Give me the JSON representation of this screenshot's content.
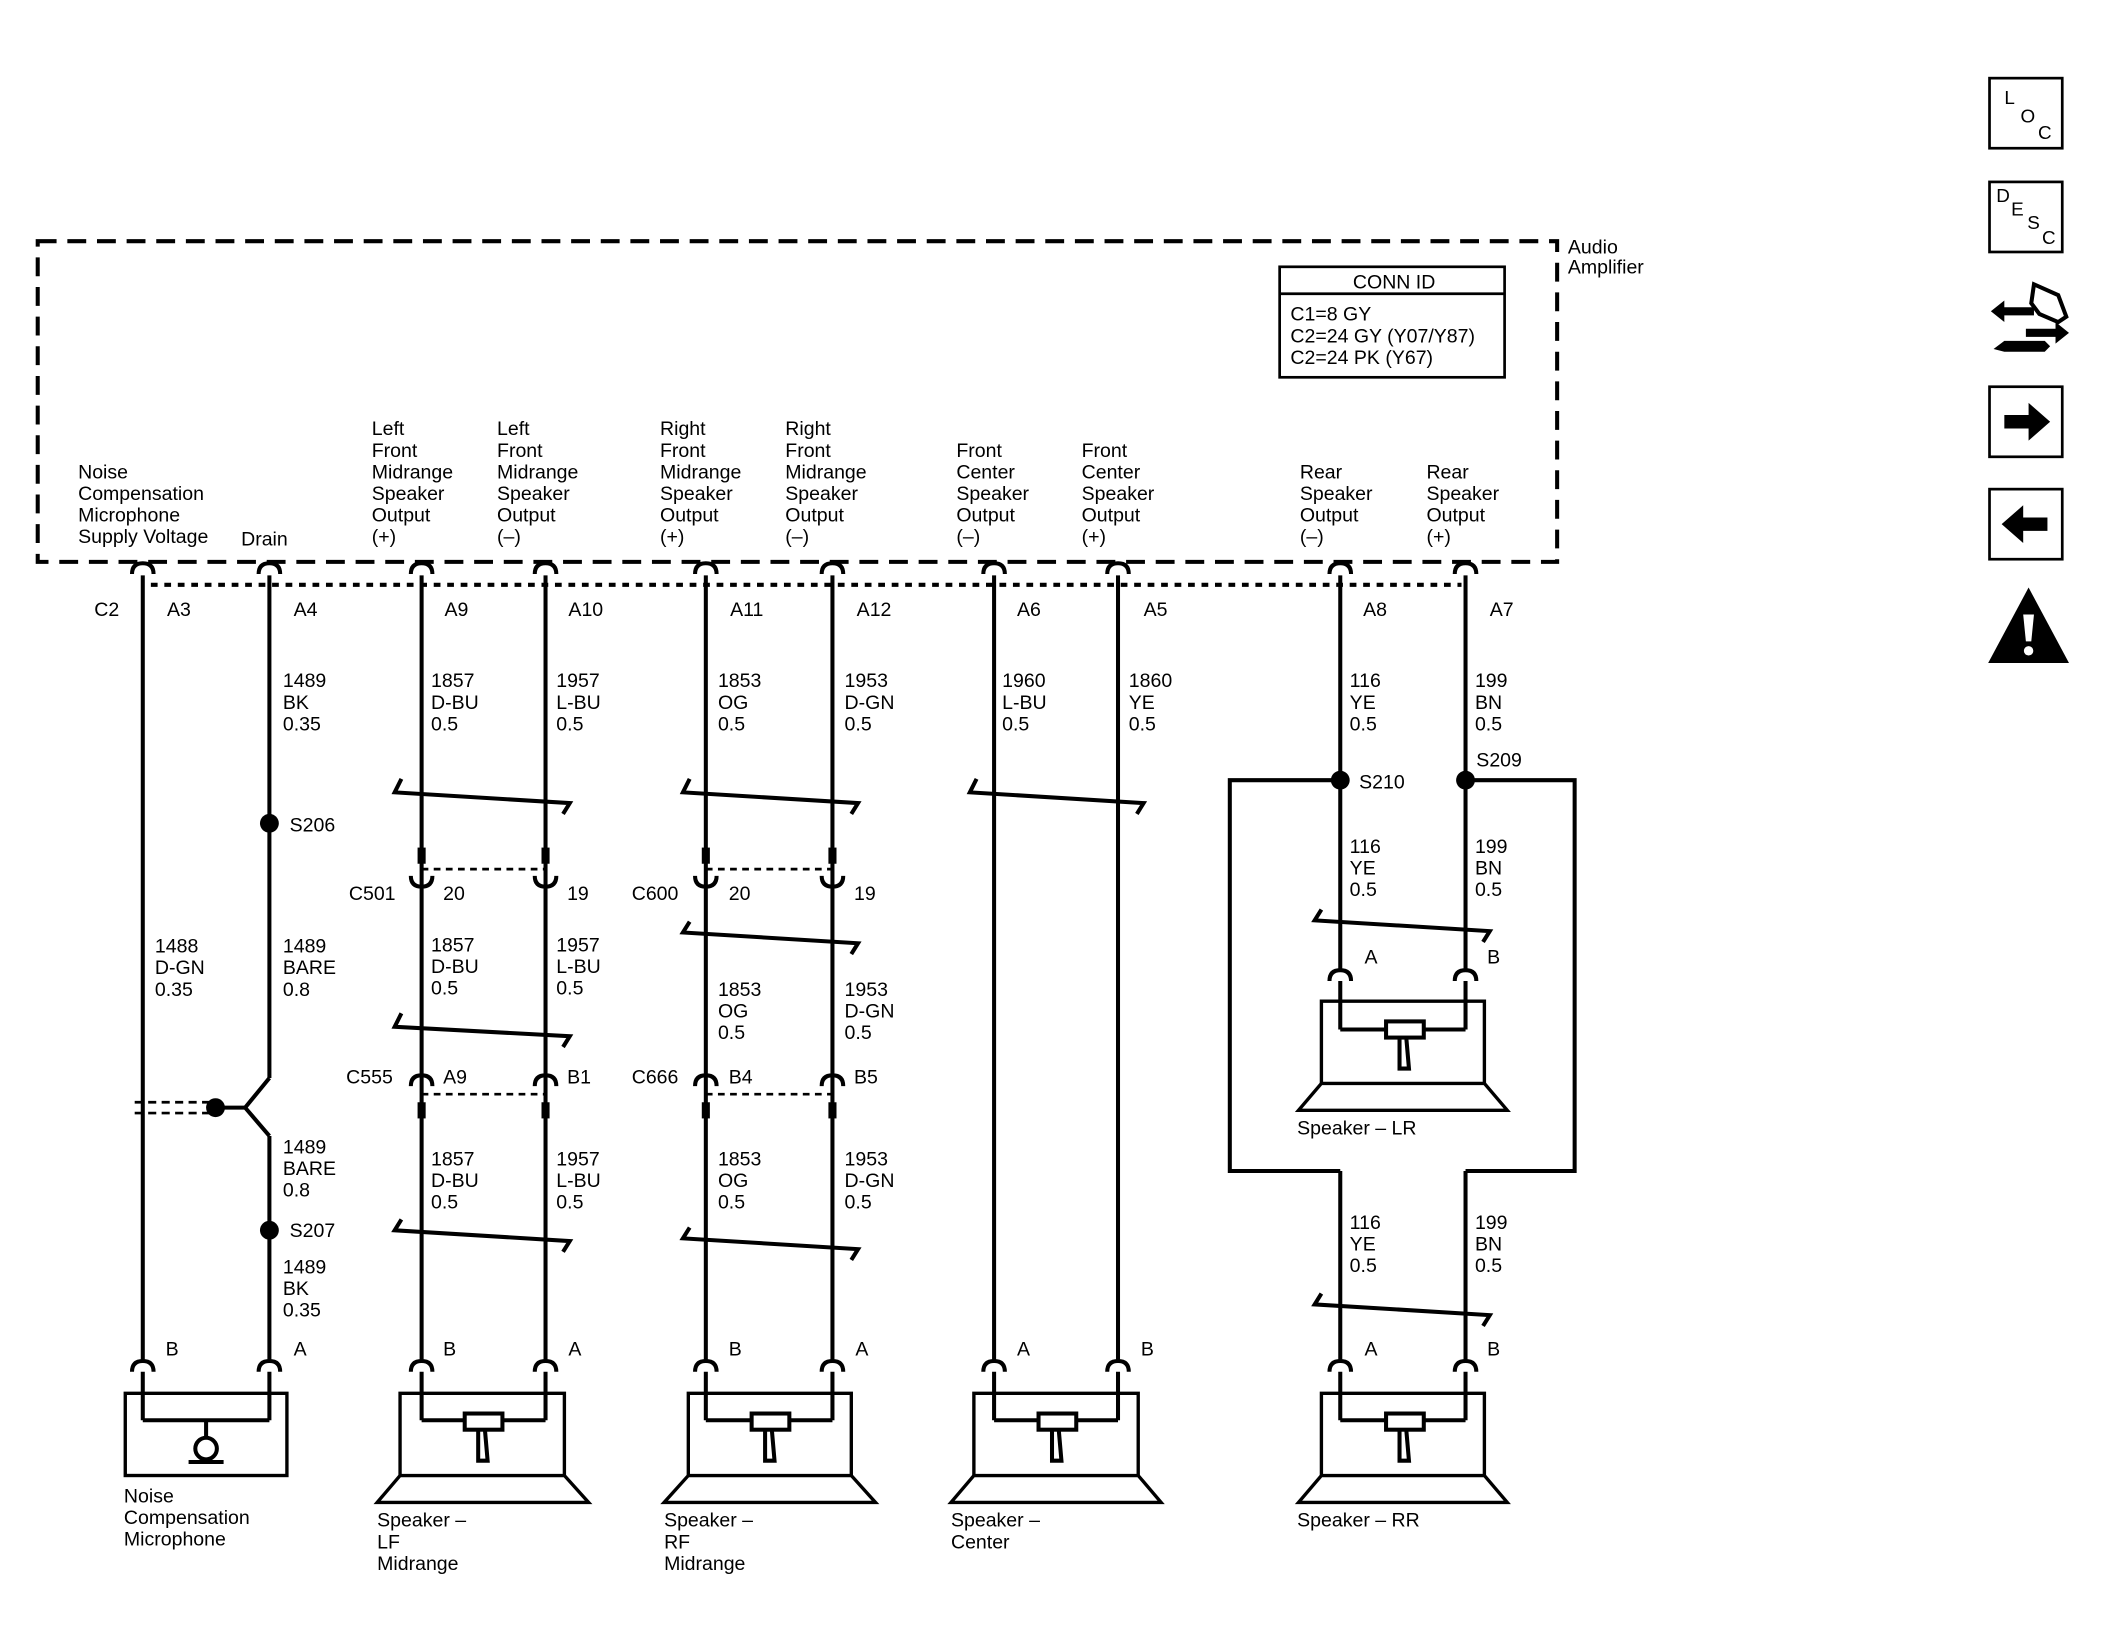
{
  "module": {
    "name_lines": [
      "Audio",
      "Amplifier"
    ],
    "conn_id": {
      "title": "CONN ID",
      "lines": [
        "C1=8 GY",
        "C2=24 GY (Y07/Y87)",
        "C2=24 PK (Y67)"
      ]
    },
    "connector": "C2",
    "outputs": [
      [
        "Noise",
        "Compensation",
        "Microphone",
        "Supply Voltage"
      ],
      [
        "Drain"
      ],
      [
        "Left",
        "Front",
        "Midrange",
        "Speaker",
        "Output",
        "(+)"
      ],
      [
        "Left",
        "Front",
        "Midrange",
        "Speaker",
        "Output",
        "(–)"
      ],
      [
        "Right",
        "Front",
        "Midrange",
        "Speaker",
        "Output",
        "(+)"
      ],
      [
        "Right",
        "Front",
        "Midrange",
        "Speaker",
        "Output",
        "(–)"
      ],
      [
        "Front",
        "Center",
        "Speaker",
        "Output",
        "(–)"
      ],
      [
        "Front",
        "Center",
        "Speaker",
        "Output",
        "(+)"
      ],
      [
        "Rear",
        "Speaker",
        "Output",
        "(–)"
      ],
      [
        "Rear",
        "Speaker",
        "Output",
        "(+)"
      ]
    ],
    "pins": [
      "A3",
      "A4",
      "A9",
      "A10",
      "A11",
      "A12",
      "A6",
      "A5",
      "A8",
      "A7"
    ]
  },
  "wires": {
    "mic_signal": [
      "1488",
      "D-GN",
      "0.35"
    ],
    "drain_top": [
      "1489",
      "BK",
      "0.35"
    ],
    "drain_mid": [
      "1489",
      "BARE",
      "0.8"
    ],
    "drain_low": [
      "1489",
      "BARE",
      "0.8"
    ],
    "drain_bottom": [
      "1489",
      "BK",
      "0.35"
    ],
    "lf_pos": [
      "1857",
      "D-BU",
      "0.5"
    ],
    "lf_neg": [
      "1957",
      "L-BU",
      "0.5"
    ],
    "rf_pos": [
      "1853",
      "OG",
      "0.5"
    ],
    "rf_neg": [
      "1953",
      "D-GN",
      "0.5"
    ],
    "ctr_neg": [
      "1960",
      "L-BU",
      "0.5"
    ],
    "ctr_pos": [
      "1860",
      "YE",
      "0.5"
    ],
    "rear_neg": [
      "116",
      "YE",
      "0.5"
    ],
    "rear_pos": [
      "199",
      "BN",
      "0.5"
    ]
  },
  "splices": [
    "S206",
    "S207",
    "S210",
    "S209"
  ],
  "inline_connectors": {
    "c501": {
      "name": "C501",
      "pins": [
        "20",
        "19"
      ]
    },
    "c600": {
      "name": "C600",
      "pins": [
        "20",
        "19"
      ]
    },
    "c555": {
      "name": "C555",
      "pins": [
        "A9",
        "B1"
      ]
    },
    "c666": {
      "name": "C666",
      "pins": [
        "B4",
        "B5"
      ]
    }
  },
  "devices": {
    "mic": {
      "lines": [
        "Noise",
        "Compensation",
        "Microphone"
      ],
      "pins": [
        "B",
        "A"
      ]
    },
    "lf": {
      "lines": [
        "Speaker –",
        "LF",
        "Midrange"
      ],
      "pins": [
        "B",
        "A"
      ]
    },
    "rf": {
      "lines": [
        "Speaker –",
        "RF",
        "Midrange"
      ],
      "pins": [
        "B",
        "A"
      ]
    },
    "center": {
      "lines": [
        "Speaker –",
        "Center"
      ],
      "pins": [
        "A",
        "B"
      ]
    },
    "lr": {
      "lines": [
        "Speaker – LR"
      ],
      "pins": [
        "A",
        "B"
      ]
    },
    "rr": {
      "lines": [
        "Speaker – RR"
      ],
      "pins": [
        "A",
        "B"
      ]
    }
  },
  "nav": {
    "loc": [
      "L",
      "O",
      "C"
    ],
    "desc": [
      "D",
      "E",
      "S",
      "C"
    ]
  },
  "icons": [
    "loc-icon",
    "desc-icon",
    "swap-icon",
    "next-arrow-icon",
    "prev-arrow-icon",
    "warning-icon"
  ]
}
